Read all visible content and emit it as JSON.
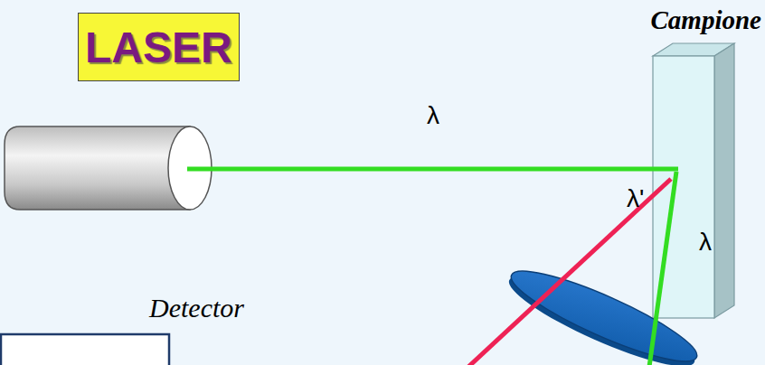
{
  "diagram": {
    "nodes": [
      {
        "text": [
          "LASER"
        ]
      },
      {
        "text": [
          "Campione"
        ]
      }
    ],
    "labels": [
      "λ",
      "λ'",
      "λ",
      "Detector"
    ]
  }
}
